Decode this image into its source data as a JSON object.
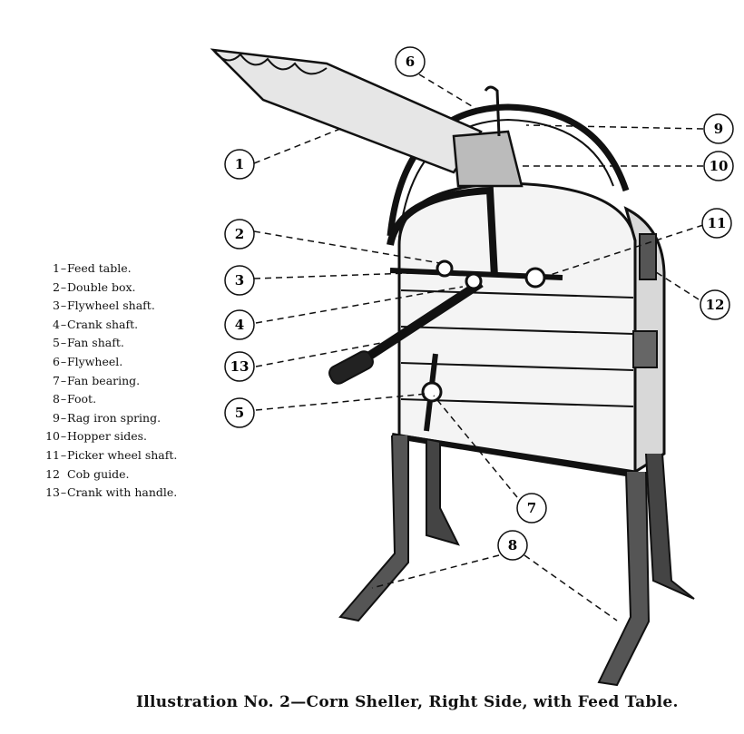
{
  "legend": [
    {
      "num": "1",
      "label": "Feed table."
    },
    {
      "num": "2",
      "label": "Double box."
    },
    {
      "num": "3",
      "label": "Flywheel shaft."
    },
    {
      "num": "4",
      "label": "Crank shaft."
    },
    {
      "num": "5",
      "label": "Fan shaft."
    },
    {
      "num": "6",
      "label": "Flywheel."
    },
    {
      "num": "7",
      "label": "Fan bearing."
    },
    {
      "num": "8",
      "label": "Foot."
    },
    {
      "num": "9",
      "label": "Rag iron spring."
    },
    {
      "num": "10",
      "label": "Hopper sides."
    },
    {
      "num": "11",
      "label": "Picker wheel shaft."
    },
    {
      "num": "12",
      "label": "Cob guide."
    },
    {
      "num": "13",
      "label": "Crank with handle."
    }
  ],
  "callouts": [
    "1",
    "2",
    "3",
    "4",
    "5",
    "6",
    "7",
    "8",
    "9",
    "10",
    "11",
    "12",
    "13"
  ],
  "caption": "Illustration No. 2—Corn Sheller, Right Side, with Feed Table."
}
